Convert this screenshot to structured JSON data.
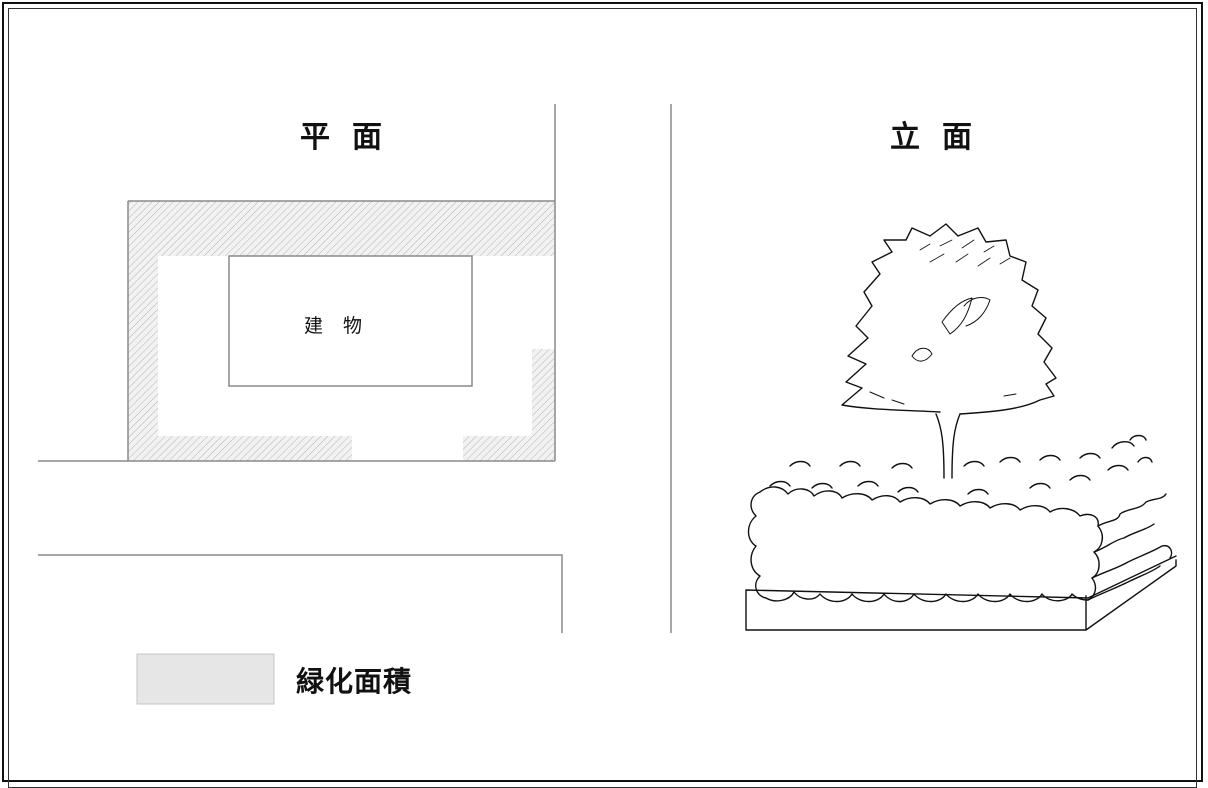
{
  "titles": {
    "plan": "平面",
    "elevation": "立面"
  },
  "plan": {
    "building_label": "建物"
  },
  "legend": {
    "label": "緑化面積",
    "swatch_color": "#e6e6e6"
  },
  "colors": {
    "line": "#8a8a8a",
    "hatch": "#b5b5b5",
    "frame": "#111111"
  }
}
